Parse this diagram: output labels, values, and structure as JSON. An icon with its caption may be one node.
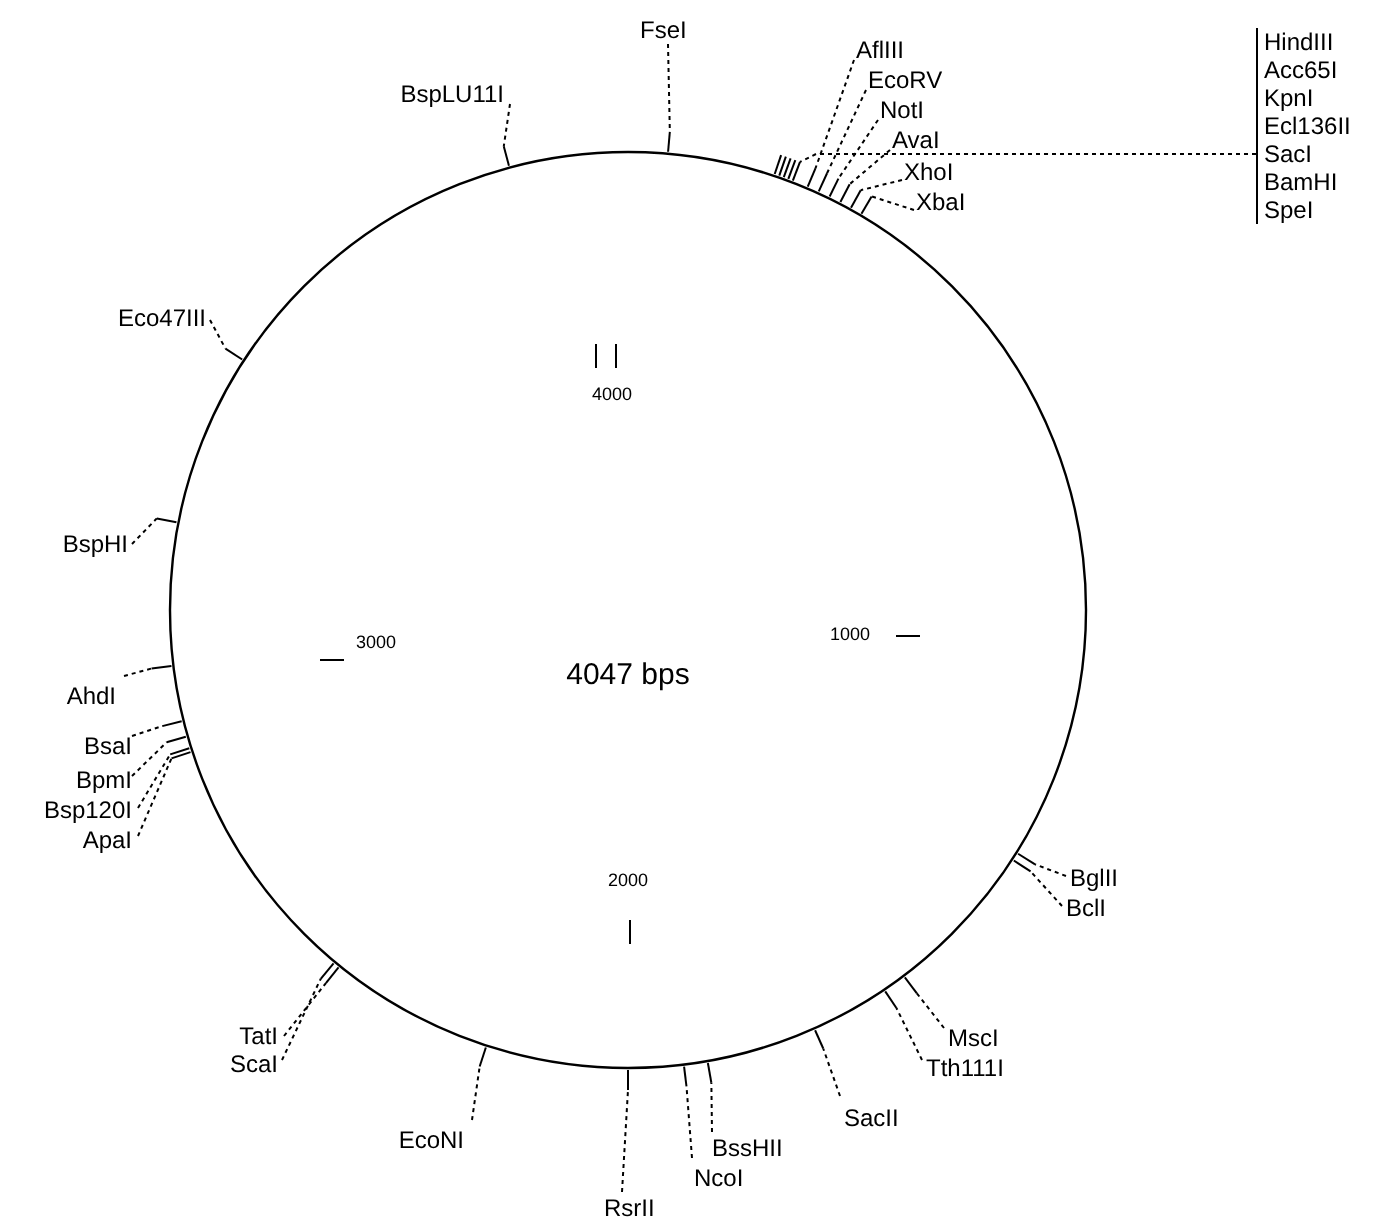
{
  "diagram": {
    "nodes": [
      {
        "text": [
          "4047 bps"
        ]
      },
      {
        "text": [
          "FseI"
        ]
      },
      {
        "text": [
          "AflIII"
        ]
      },
      {
        "text": [
          "EcoRV"
        ]
      },
      {
        "text": [
          "NotI"
        ]
      },
      {
        "text": [
          "AvaI"
        ]
      },
      {
        "text": [
          "XhoI"
        ]
      },
      {
        "text": [
          "XbaI"
        ]
      },
      {
        "text": [
          "HindIII",
          "Acc65I",
          "KpnI",
          "Ecl136II",
          "SacI",
          "BamHI",
          "SpeI"
        ]
      },
      {
        "text": [
          "BglII"
        ]
      },
      {
        "text": [
          "BclI"
        ]
      },
      {
        "text": [
          "MscI"
        ]
      },
      {
        "text": [
          "Tth111I"
        ]
      },
      {
        "text": [
          "SacII"
        ]
      },
      {
        "text": [
          "BssHII"
        ]
      },
      {
        "text": [
          "NcoI"
        ]
      },
      {
        "text": [
          "RsrII"
        ]
      },
      {
        "text": [
          "EcoNI"
        ]
      },
      {
        "text": [
          "TatI"
        ]
      },
      {
        "text": [
          "ScaI"
        ]
      },
      {
        "text": [
          "ApaI"
        ]
      },
      {
        "text": [
          "Bsp120I"
        ]
      },
      {
        "text": [
          "BpmI"
        ]
      },
      {
        "text": [
          "BsaI"
        ]
      },
      {
        "text": [
          "AhdI"
        ]
      },
      {
        "text": [
          "BspHI"
        ]
      },
      {
        "text": [
          "Eco47III"
        ]
      },
      {
        "text": [
          "BspLU11I"
        ]
      }
    ],
    "edges": [
      {
        "from": 1,
        "to": 0,
        "arrow": "none",
        "style": "dashed"
      },
      {
        "from": 2,
        "to": 0,
        "arrow": "none",
        "style": "dashed"
      },
      {
        "from": 3,
        "to": 0,
        "arrow": "none",
        "style": "dashed"
      },
      {
        "from": 4,
        "to": 0,
        "arrow": "none",
        "style": "dashed"
      },
      {
        "from": 5,
        "to": 0,
        "arrow": "none",
        "style": "dashed"
      },
      {
        "from": 6,
        "to": 0,
        "arrow": "none",
        "style": "dashed"
      },
      {
        "from": 7,
        "to": 0,
        "arrow": "none",
        "style": "dashed"
      },
      {
        "from": 8,
        "to": 0,
        "arrow": "none",
        "style": "dashed"
      },
      {
        "from": 9,
        "to": 0,
        "arrow": "none",
        "style": "dashed"
      },
      {
        "from": 10,
        "to": 0,
        "arrow": "none",
        "style": "dashed"
      },
      {
        "from": 11,
        "to": 0,
        "arrow": "none",
        "style": "dashed"
      },
      {
        "from": 12,
        "to": 0,
        "arrow": "none",
        "style": "dashed"
      },
      {
        "from": 13,
        "to": 0,
        "arrow": "none",
        "style": "dashed"
      },
      {
        "from": 14,
        "to": 0,
        "arrow": "none",
        "style": "dashed"
      },
      {
        "from": 15,
        "to": 0,
        "arrow": "none",
        "style": "dashed"
      },
      {
        "from": 16,
        "to": 0,
        "arrow": "none",
        "style": "dashed"
      },
      {
        "from": 17,
        "to": 0,
        "arrow": "none",
        "style": "dashed"
      },
      {
        "from": 18,
        "to": 0,
        "arrow": "none",
        "style": "dashed"
      },
      {
        "from": 19,
        "to": 0,
        "arrow": "none",
        "style": "dashed"
      },
      {
        "from": 20,
        "to": 0,
        "arrow": "none",
        "style": "dashed"
      },
      {
        "from": 21,
        "to": 0,
        "arrow": "none",
        "style": "dashed"
      },
      {
        "from": 22,
        "to": 0,
        "arrow": "none",
        "style": "dashed"
      },
      {
        "from": 23,
        "to": 0,
        "arrow": "none",
        "style": "dashed"
      },
      {
        "from": 24,
        "to": 0,
        "arrow": "none",
        "style": "dashed"
      },
      {
        "from": 25,
        "to": 0,
        "arrow": "none",
        "style": "dashed"
      },
      {
        "from": 26,
        "to": 0,
        "arrow": "none",
        "style": "dashed"
      },
      {
        "from": 27,
        "to": 0,
        "arrow": "none",
        "style": "dashed"
      }
    ],
    "labels": [
      "4000",
      "1000",
      "2000",
      "3000"
    ]
  }
}
